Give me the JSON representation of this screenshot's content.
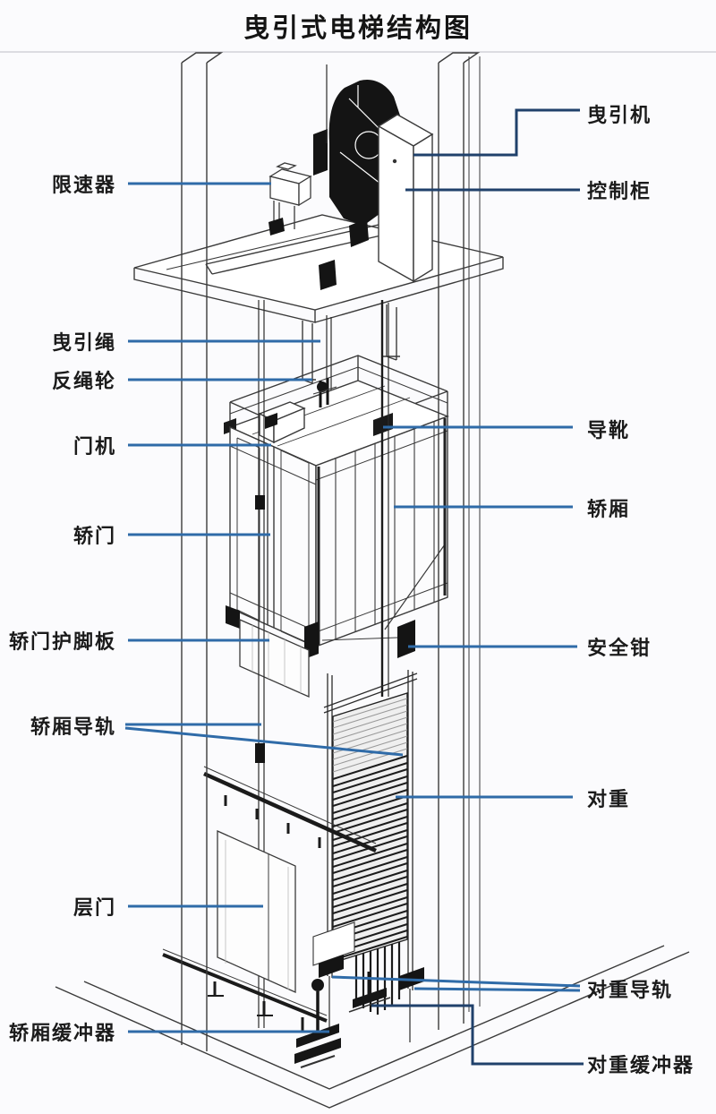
{
  "title": "曳引式电梯结构图",
  "labels": {
    "left": [
      {
        "id": "speed-governor",
        "text": "限速器"
      },
      {
        "id": "traction-rope",
        "text": "曳引绳"
      },
      {
        "id": "deflector-sheave",
        "text": "反绳轮"
      },
      {
        "id": "door-operator",
        "text": "门机"
      },
      {
        "id": "car-door",
        "text": "轿门"
      },
      {
        "id": "car-door-toe-guard",
        "text": "轿门护脚板"
      },
      {
        "id": "car-guide-rail",
        "text": "轿厢导轨"
      },
      {
        "id": "landing-door",
        "text": "层门"
      },
      {
        "id": "car-buffer",
        "text": "轿厢缓冲器"
      }
    ],
    "right": [
      {
        "id": "traction-machine",
        "text": "曳引机"
      },
      {
        "id": "control-cabinet",
        "text": "控制柜"
      },
      {
        "id": "guide-shoe",
        "text": "导靴"
      },
      {
        "id": "car",
        "text": "轿厢"
      },
      {
        "id": "safety-gear",
        "text": "安全钳"
      },
      {
        "id": "counterweight",
        "text": "对重"
      },
      {
        "id": "counterweight-guide-rail",
        "text": "对重导轨"
      },
      {
        "id": "counterweight-buffer",
        "text": "对重缓冲器"
      }
    ]
  },
  "colors": {
    "leader_primary": "#2f6ba8",
    "leader_dark": "#20416b",
    "drawing_line": "#3a3a3a",
    "label_text": "#1b1b1b",
    "background": "#fbfbfd"
  }
}
